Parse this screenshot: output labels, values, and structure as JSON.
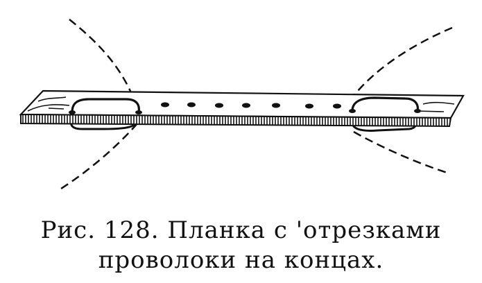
{
  "caption": {
    "line1": "Рис. 128. Планка с 'отрезками",
    "line2": "проволоки на концах."
  },
  "illustration": {
    "icon": "wooden-slat-with-wire-ends",
    "hole_count": 7,
    "colors": {
      "ink": "#111111",
      "paper": "#ffffff"
    }
  }
}
